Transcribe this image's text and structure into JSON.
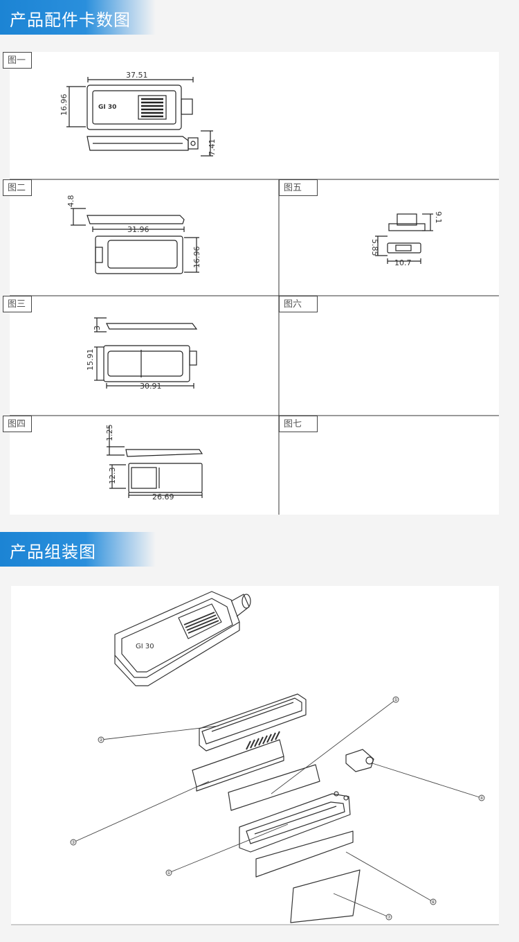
{
  "section1": {
    "title": "产品配件卡数图"
  },
  "section2": {
    "title": "产品组装图"
  },
  "figures": {
    "fig1": {
      "label": "图一",
      "dims": [
        "37.51",
        "16.96",
        "7.41"
      ]
    },
    "fig2": {
      "label": "图二",
      "dims": [
        "4.8",
        "31.96",
        "16.96"
      ]
    },
    "fig3": {
      "label": "图三",
      "dims": [
        "3",
        "15.91",
        "30.91"
      ]
    },
    "fig4": {
      "label": "图四",
      "dims": [
        "1.25",
        "12.3",
        "26.69"
      ]
    },
    "fig5": {
      "label": "图五",
      "dims": [
        "9.1",
        "5.85",
        "10.7"
      ]
    },
    "fig6": {
      "label": "图六"
    },
    "fig7": {
      "label": "图七"
    }
  },
  "assembly": {
    "callouts": [
      "①",
      "②",
      "③",
      "④",
      "⑤",
      "⑥",
      "⑦"
    ]
  }
}
